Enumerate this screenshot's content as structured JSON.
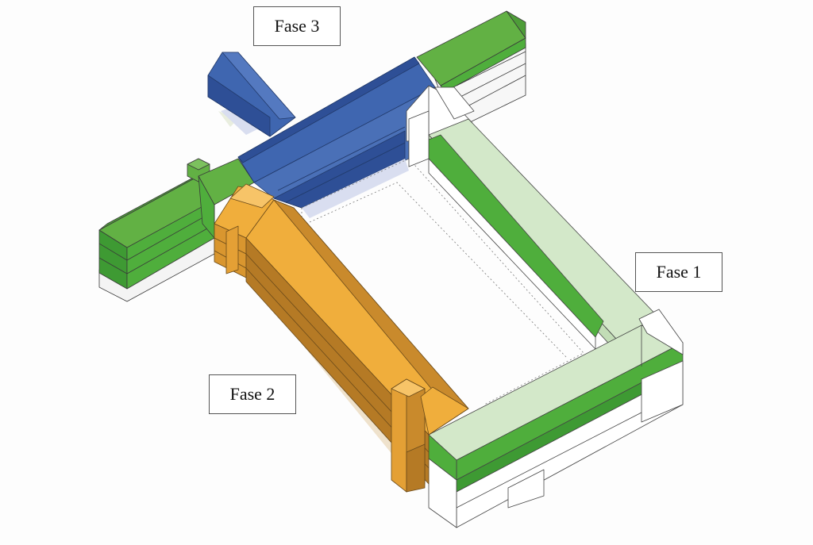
{
  "labels": {
    "fase1": "Fase 1",
    "fase2": "Fase 2",
    "fase3": "Fase 3"
  },
  "colors": {
    "phase1_green": "#4fae3c",
    "phase1_light": "#d3e8c9",
    "phase2_orange": "#f0ae3c",
    "phase3_blue": "#3f66b0",
    "existing_green": "#62b144",
    "outline": "#444444"
  }
}
